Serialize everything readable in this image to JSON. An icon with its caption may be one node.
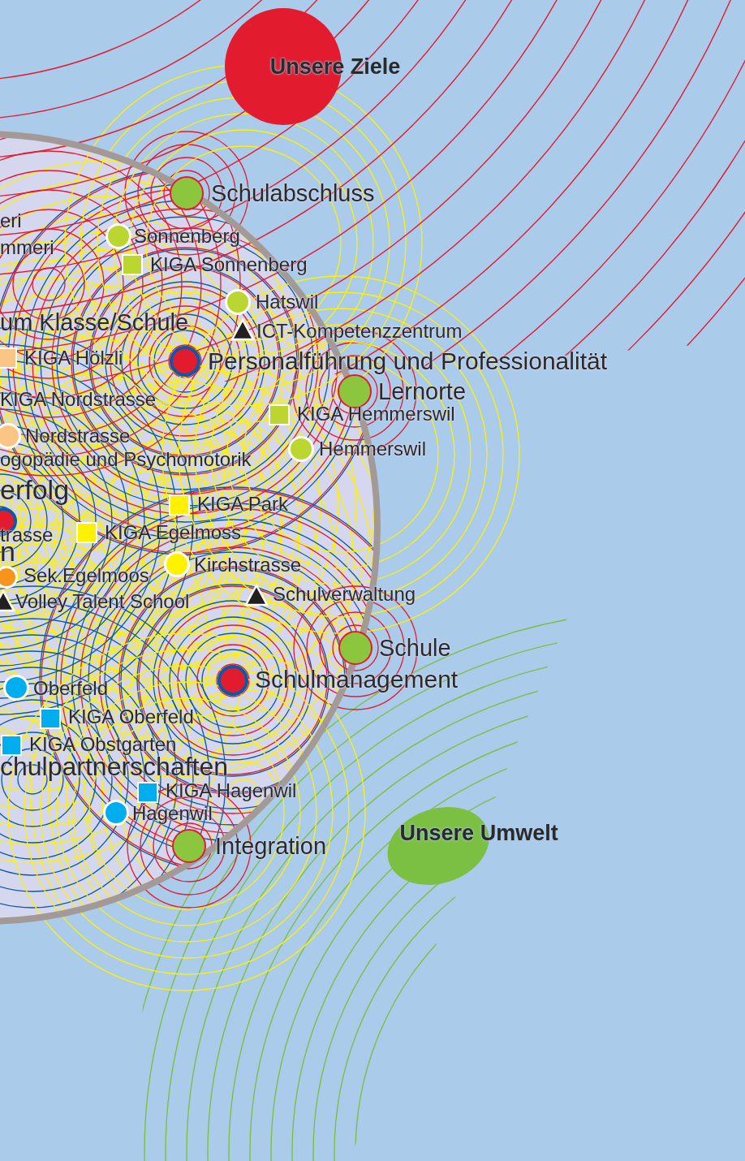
{
  "diagram": {
    "nodes": [
      {
        "text": [
          "Unsere Ziele"
        ]
      },
      {
        "text": [
          "Unsere Umwelt"
        ]
      }
    ],
    "labels": [
      "Schulabschluss",
      "eri",
      "Sonnenberg",
      "mmeri",
      "KIGA Sonnenberg",
      "Hatswil",
      "um Klasse/Schule",
      "ICT-Kompetenzzentrum",
      "KIGA Hölzli",
      "Personalführung und Professionalität",
      "Lernorte",
      "KIGA Nordstrasse",
      "KIGA Hemmerswil",
      "Nordstrasse",
      "ogopädie und Psychomotorik",
      "Hemmerswil",
      "erfolg",
      "KIGA Park",
      "trasse",
      "KIGA Egelmoss",
      "n",
      "Kirchstrasse",
      "Sek.Egelmoos",
      "Schulverwaltung",
      "Volley Talent School",
      "Schule",
      "Oberfeld",
      "Schulmanagement",
      "KIGA Oberfeld",
      "KIGA Obstgarten",
      "chulpartnerschaften",
      "KIGA Hagenwil",
      "Hagenwil",
      "Integration"
    ]
  }
}
